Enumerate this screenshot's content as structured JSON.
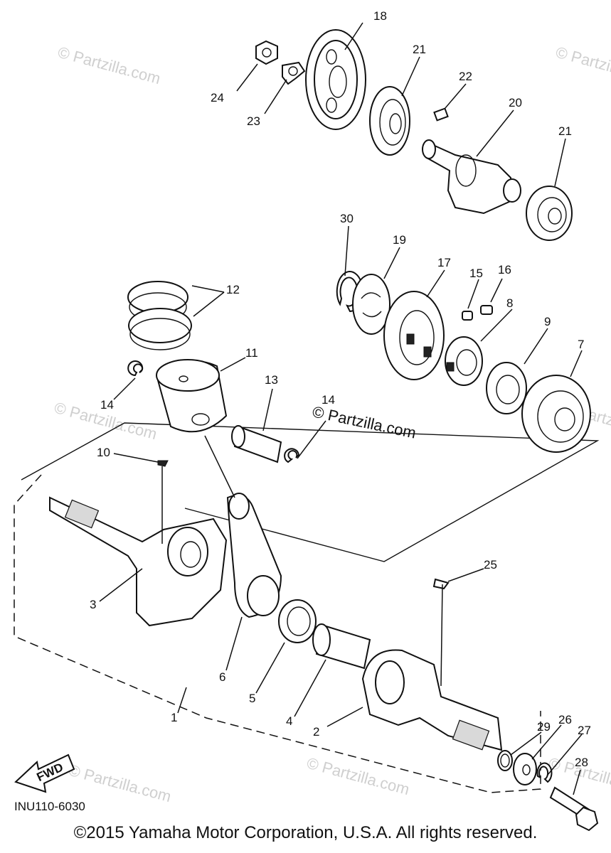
{
  "diagram": {
    "part_numbers": [
      "1",
      "2",
      "3",
      "4",
      "5",
      "6",
      "7",
      "8",
      "9",
      "10",
      "11",
      "12",
      "13",
      "14",
      "14",
      "15",
      "16",
      "17",
      "18",
      "19",
      "20",
      "21",
      "21",
      "22",
      "23",
      "24",
      "25",
      "26",
      "27",
      "28",
      "29",
      "30"
    ],
    "diagram_code": "INU110-6030",
    "fwd_label": "FWD",
    "watermark_main": "© Partzilla.com",
    "watermark_faint": "© Partzilla.com"
  },
  "footer": {
    "copyright": "©2015  Yamaha Motor Corporation, U.S.A. All rights reserved."
  }
}
